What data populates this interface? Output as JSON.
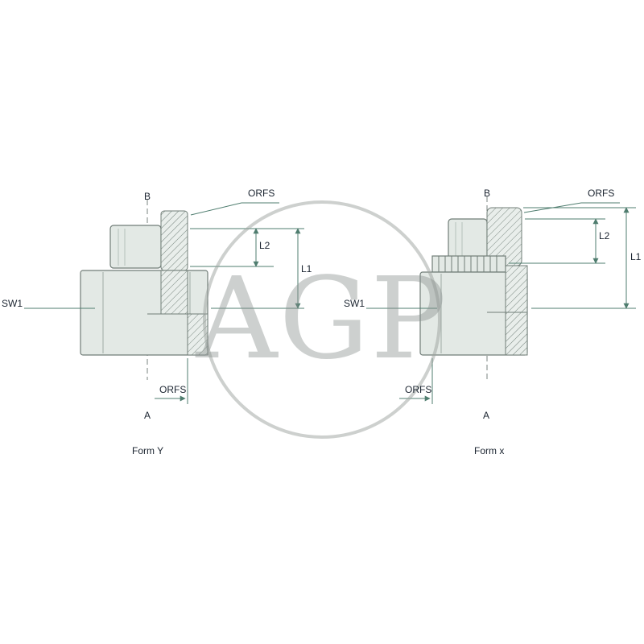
{
  "watermark": {
    "text": "AGP"
  },
  "colors": {
    "dimension_line": "#4f7d6f",
    "drawing_outline": "#707d77",
    "drawing_fill": "#e3e9e5",
    "label_text": "#1b2430",
    "watermark_gray": "#87908c",
    "background": "#ffffff"
  },
  "diagrams": {
    "left": {
      "axis_label": "B",
      "thread_label_top": "ORFS",
      "dim_l2": "L2",
      "dim_l1": "L1",
      "wrench_label": "SW1",
      "thread_label_bottom": "ORFS",
      "dim_a": "A",
      "caption": "Form Y"
    },
    "right": {
      "axis_label": "B",
      "thread_label_top": "ORFS",
      "dim_l2": "L2",
      "dim_l1": "L1",
      "wrench_label": "SW1",
      "thread_label_bottom": "ORFS",
      "dim_a": "A",
      "caption": "Form x"
    }
  }
}
